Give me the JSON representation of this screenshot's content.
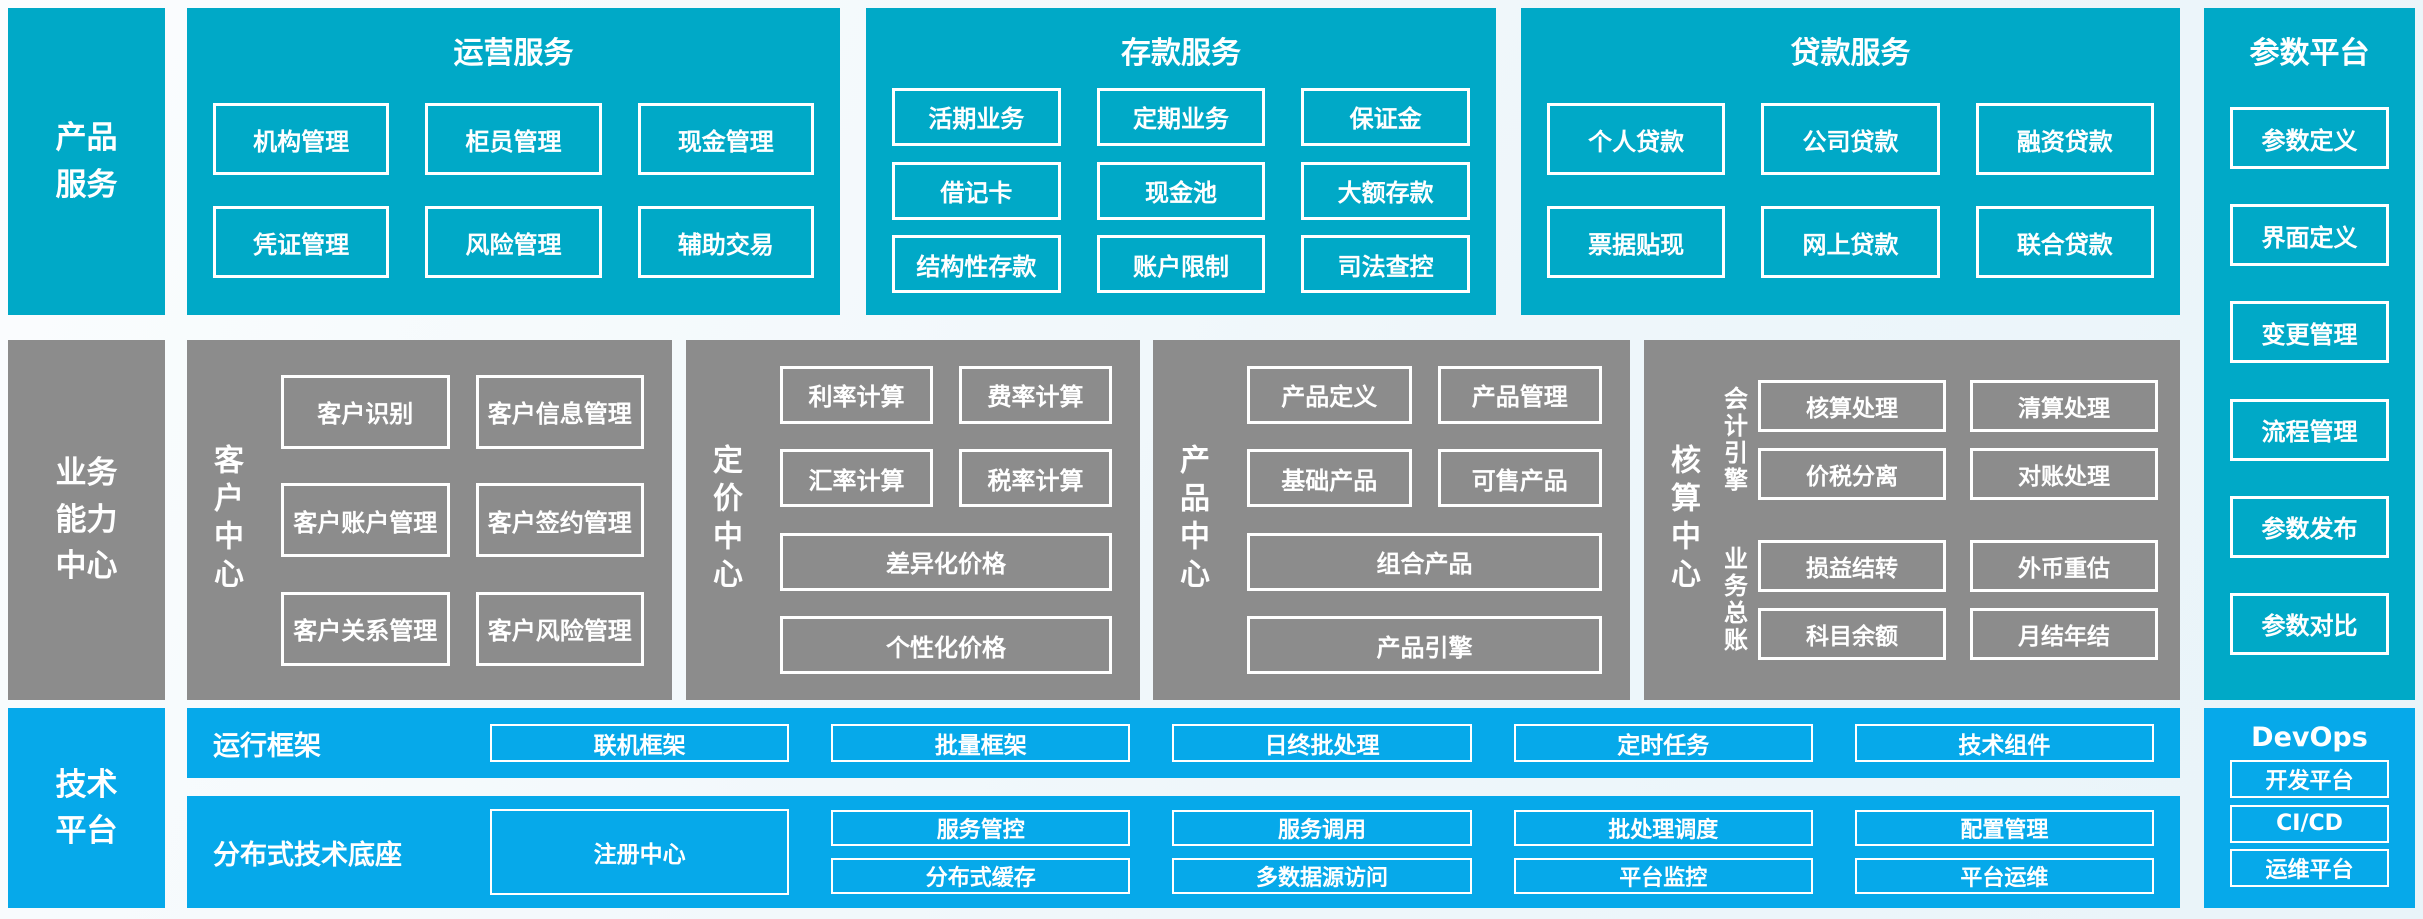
{
  "palette": {
    "teal": "#00a9c7",
    "gray": "#8c8c8c",
    "blue": "#06a9ea",
    "background": "#eef6fa",
    "box_text": "#ffffff"
  },
  "left_rail": {
    "product_services": "产品服务",
    "business_capability": "业务能力中心",
    "technology_platform": "技术平台"
  },
  "top_band": {
    "operations": {
      "title": "运营服务",
      "boxes": [
        "机构管理",
        "柜员管理",
        "现金管理",
        "凭证管理",
        "风险管理",
        "辅助交易"
      ]
    },
    "deposit": {
      "title": "存款服务",
      "boxes": [
        "活期业务",
        "定期业务",
        "保证金",
        "借记卡",
        "现金池",
        "大额存款",
        "结构性存款",
        "账户限制",
        "司法查控"
      ]
    },
    "loan": {
      "title": "贷款服务",
      "boxes": [
        "个人贷款",
        "公司贷款",
        "融资贷款",
        "票据贴现",
        "网上贷款",
        "联合贷款"
      ]
    }
  },
  "parameter_platform": {
    "title": "参数平台",
    "boxes": [
      "参数定义",
      "界面定义",
      "变更管理",
      "流程管理",
      "参数发布",
      "参数对比"
    ]
  },
  "capability_band": {
    "customer_center": {
      "label": "客户中心",
      "boxes": [
        "客户识别",
        "客户信息管理",
        "客户账户管理",
        "客户签约管理",
        "客户关系管理",
        "客户风险管理"
      ]
    },
    "pricing_center": {
      "label": "定价中心",
      "boxes": [
        "利率计算",
        "费率计算",
        "汇率计算",
        "税率计算"
      ],
      "wide_boxes": [
        "差异化价格",
        "个性化价格"
      ]
    },
    "product_center": {
      "label": "产品中心",
      "boxes": [
        "产品定义",
        "产品管理",
        "基础产品",
        "可售产品"
      ],
      "wide_boxes": [
        "组合产品",
        "产品引擎"
      ]
    },
    "accounting_center": {
      "label": "核算中心",
      "groups": [
        {
          "label": "会计引擎",
          "boxes": [
            "核算处理",
            "清算处理",
            "价税分离",
            "对账处理"
          ]
        },
        {
          "label": "业务总账",
          "boxes": [
            "损益结转",
            "外币重估",
            "科目余额",
            "月结年结"
          ]
        }
      ]
    }
  },
  "tech_band": {
    "runtime_framework": {
      "label": "运行框架",
      "boxes": [
        "联机框架",
        "批量框架",
        "日终批处理",
        "定时任务",
        "技术组件"
      ]
    },
    "distributed_base": {
      "label": "分布式技术底座",
      "registry_box": "注册中心",
      "columns": [
        [
          "服务管控",
          "分布式缓存"
        ],
        [
          "服务调用",
          "多数据源访问"
        ],
        [
          "批处理调度",
          "平台监控"
        ],
        [
          "配置管理",
          "平台运维"
        ]
      ]
    },
    "devops": {
      "title": "DevOps",
      "boxes": [
        "开发平台",
        "CI/CD",
        "运维平台"
      ]
    }
  }
}
